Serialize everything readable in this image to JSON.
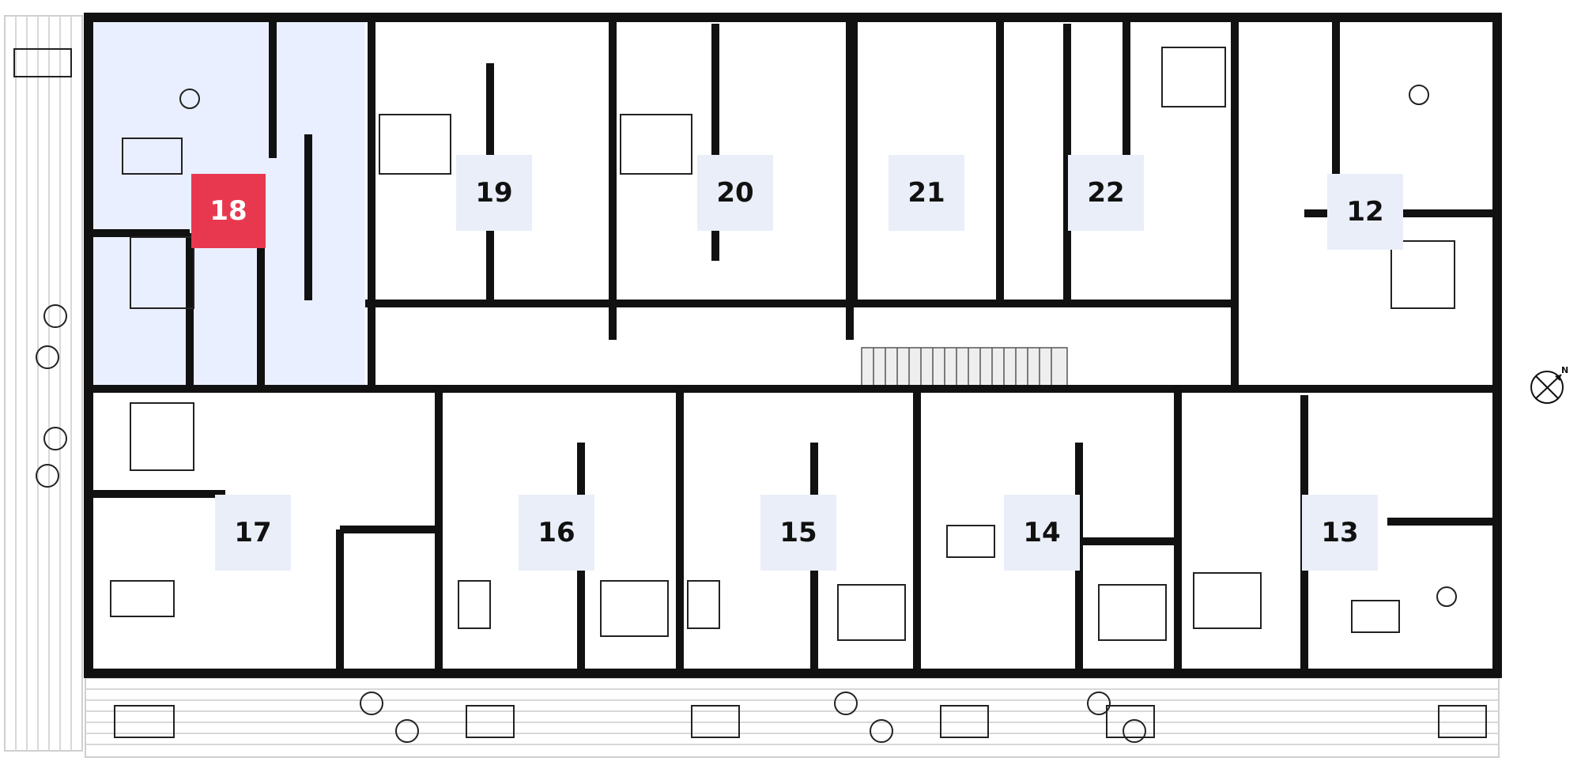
{
  "plan": {
    "selected_unit": "18",
    "units": [
      {
        "id": "18",
        "selected": true
      },
      {
        "id": "19",
        "selected": false
      },
      {
        "id": "20",
        "selected": false
      },
      {
        "id": "21",
        "selected": false
      },
      {
        "id": "22",
        "selected": false
      },
      {
        "id": "12",
        "selected": false
      },
      {
        "id": "17",
        "selected": false
      },
      {
        "id": "16",
        "selected": false
      },
      {
        "id": "15",
        "selected": false
      },
      {
        "id": "14",
        "selected": false
      },
      {
        "id": "13",
        "selected": false
      }
    ]
  },
  "compass": {
    "label": "N",
    "icon": "north-arrow-icon"
  },
  "colors": {
    "wall": "#111111",
    "selected_fill": "#e9efff",
    "selected_label": "#e8384f",
    "label_bg": "#e9eef9",
    "terrace": "#dedede"
  }
}
